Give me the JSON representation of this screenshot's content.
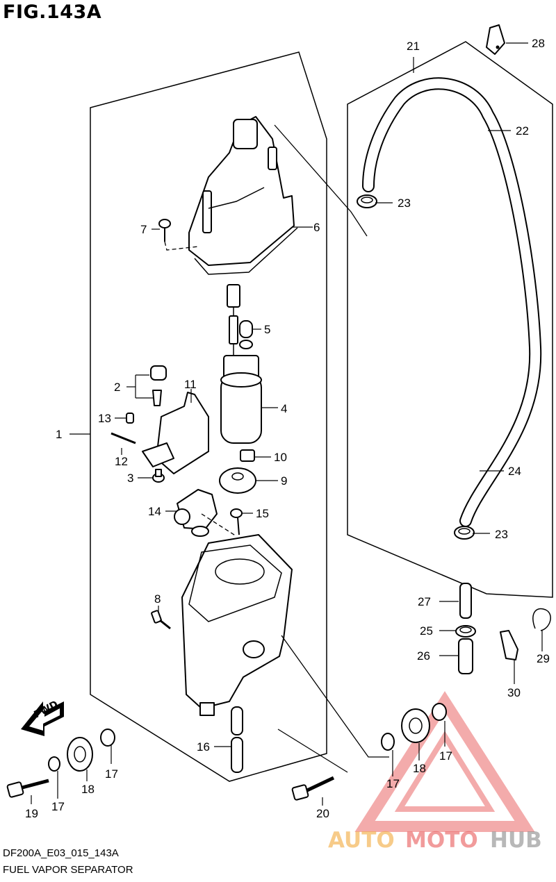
{
  "figure": {
    "title": "FIG.143A",
    "model_code": "DF200A_E03_015_143A",
    "assembly_name": "FUEL VAPOR SEPARATOR"
  },
  "callouts": [
    "1",
    "2",
    "3",
    "4",
    "5",
    "6",
    "7",
    "8",
    "9",
    "10",
    "11",
    "12",
    "13",
    "14",
    "15",
    "16",
    "17",
    "17",
    "17",
    "17",
    "18",
    "18",
    "19",
    "20",
    "21",
    "22",
    "23",
    "23",
    "24",
    "25",
    "26",
    "27",
    "28",
    "29",
    "30"
  ],
  "fwd_label": "FWD",
  "watermark": {
    "brand_part1": "AUTO",
    "brand_part2": "MOTO",
    "brand_part3": "HUB",
    "colors": {
      "part1": "#f2a93b",
      "part2": "#e85a5a",
      "part3": "#8a8a8a",
      "triangle": "#e85a5a"
    }
  }
}
